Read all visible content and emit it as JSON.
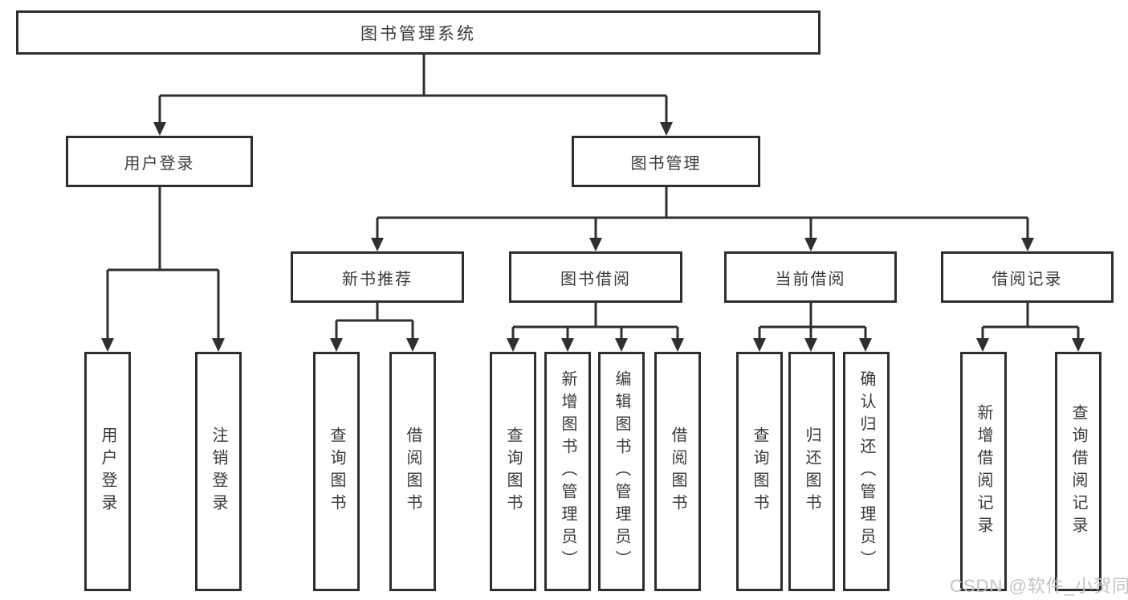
{
  "diagram": {
    "root": {
      "label": "图书管理系统"
    },
    "branches": [
      {
        "label": "用户登录",
        "children": [
          {
            "label": "用户登录"
          },
          {
            "label": "注销登录"
          }
        ]
      },
      {
        "label": "图书管理",
        "children": [
          {
            "label": "新书推荐",
            "children": [
              {
                "label": "查询图书"
              },
              {
                "label": "借阅图书"
              }
            ]
          },
          {
            "label": "图书借阅",
            "children": [
              {
                "label": "查询图书"
              },
              {
                "label": "新增图书（管理员）"
              },
              {
                "label": "编辑图书（管理员）"
              },
              {
                "label": "借阅图书"
              }
            ]
          },
          {
            "label": "当前借阅",
            "children": [
              {
                "label": "查询图书"
              },
              {
                "label": "归还图书"
              },
              {
                "label": "确认归还（管理员）"
              }
            ]
          },
          {
            "label": "借阅记录",
            "children": [
              {
                "label": "新增借阅记录"
              },
              {
                "label": "查询借阅记录"
              }
            ]
          }
        ]
      }
    ]
  },
  "watermark": {
    "text": "CSDN @软件_小贺同学"
  },
  "colors": {
    "line": "#2f2f2f",
    "box_border": "#2e2e2e",
    "text": "#3a3a3a",
    "background": "#ffffff",
    "watermark": "#c3c3c3"
  }
}
